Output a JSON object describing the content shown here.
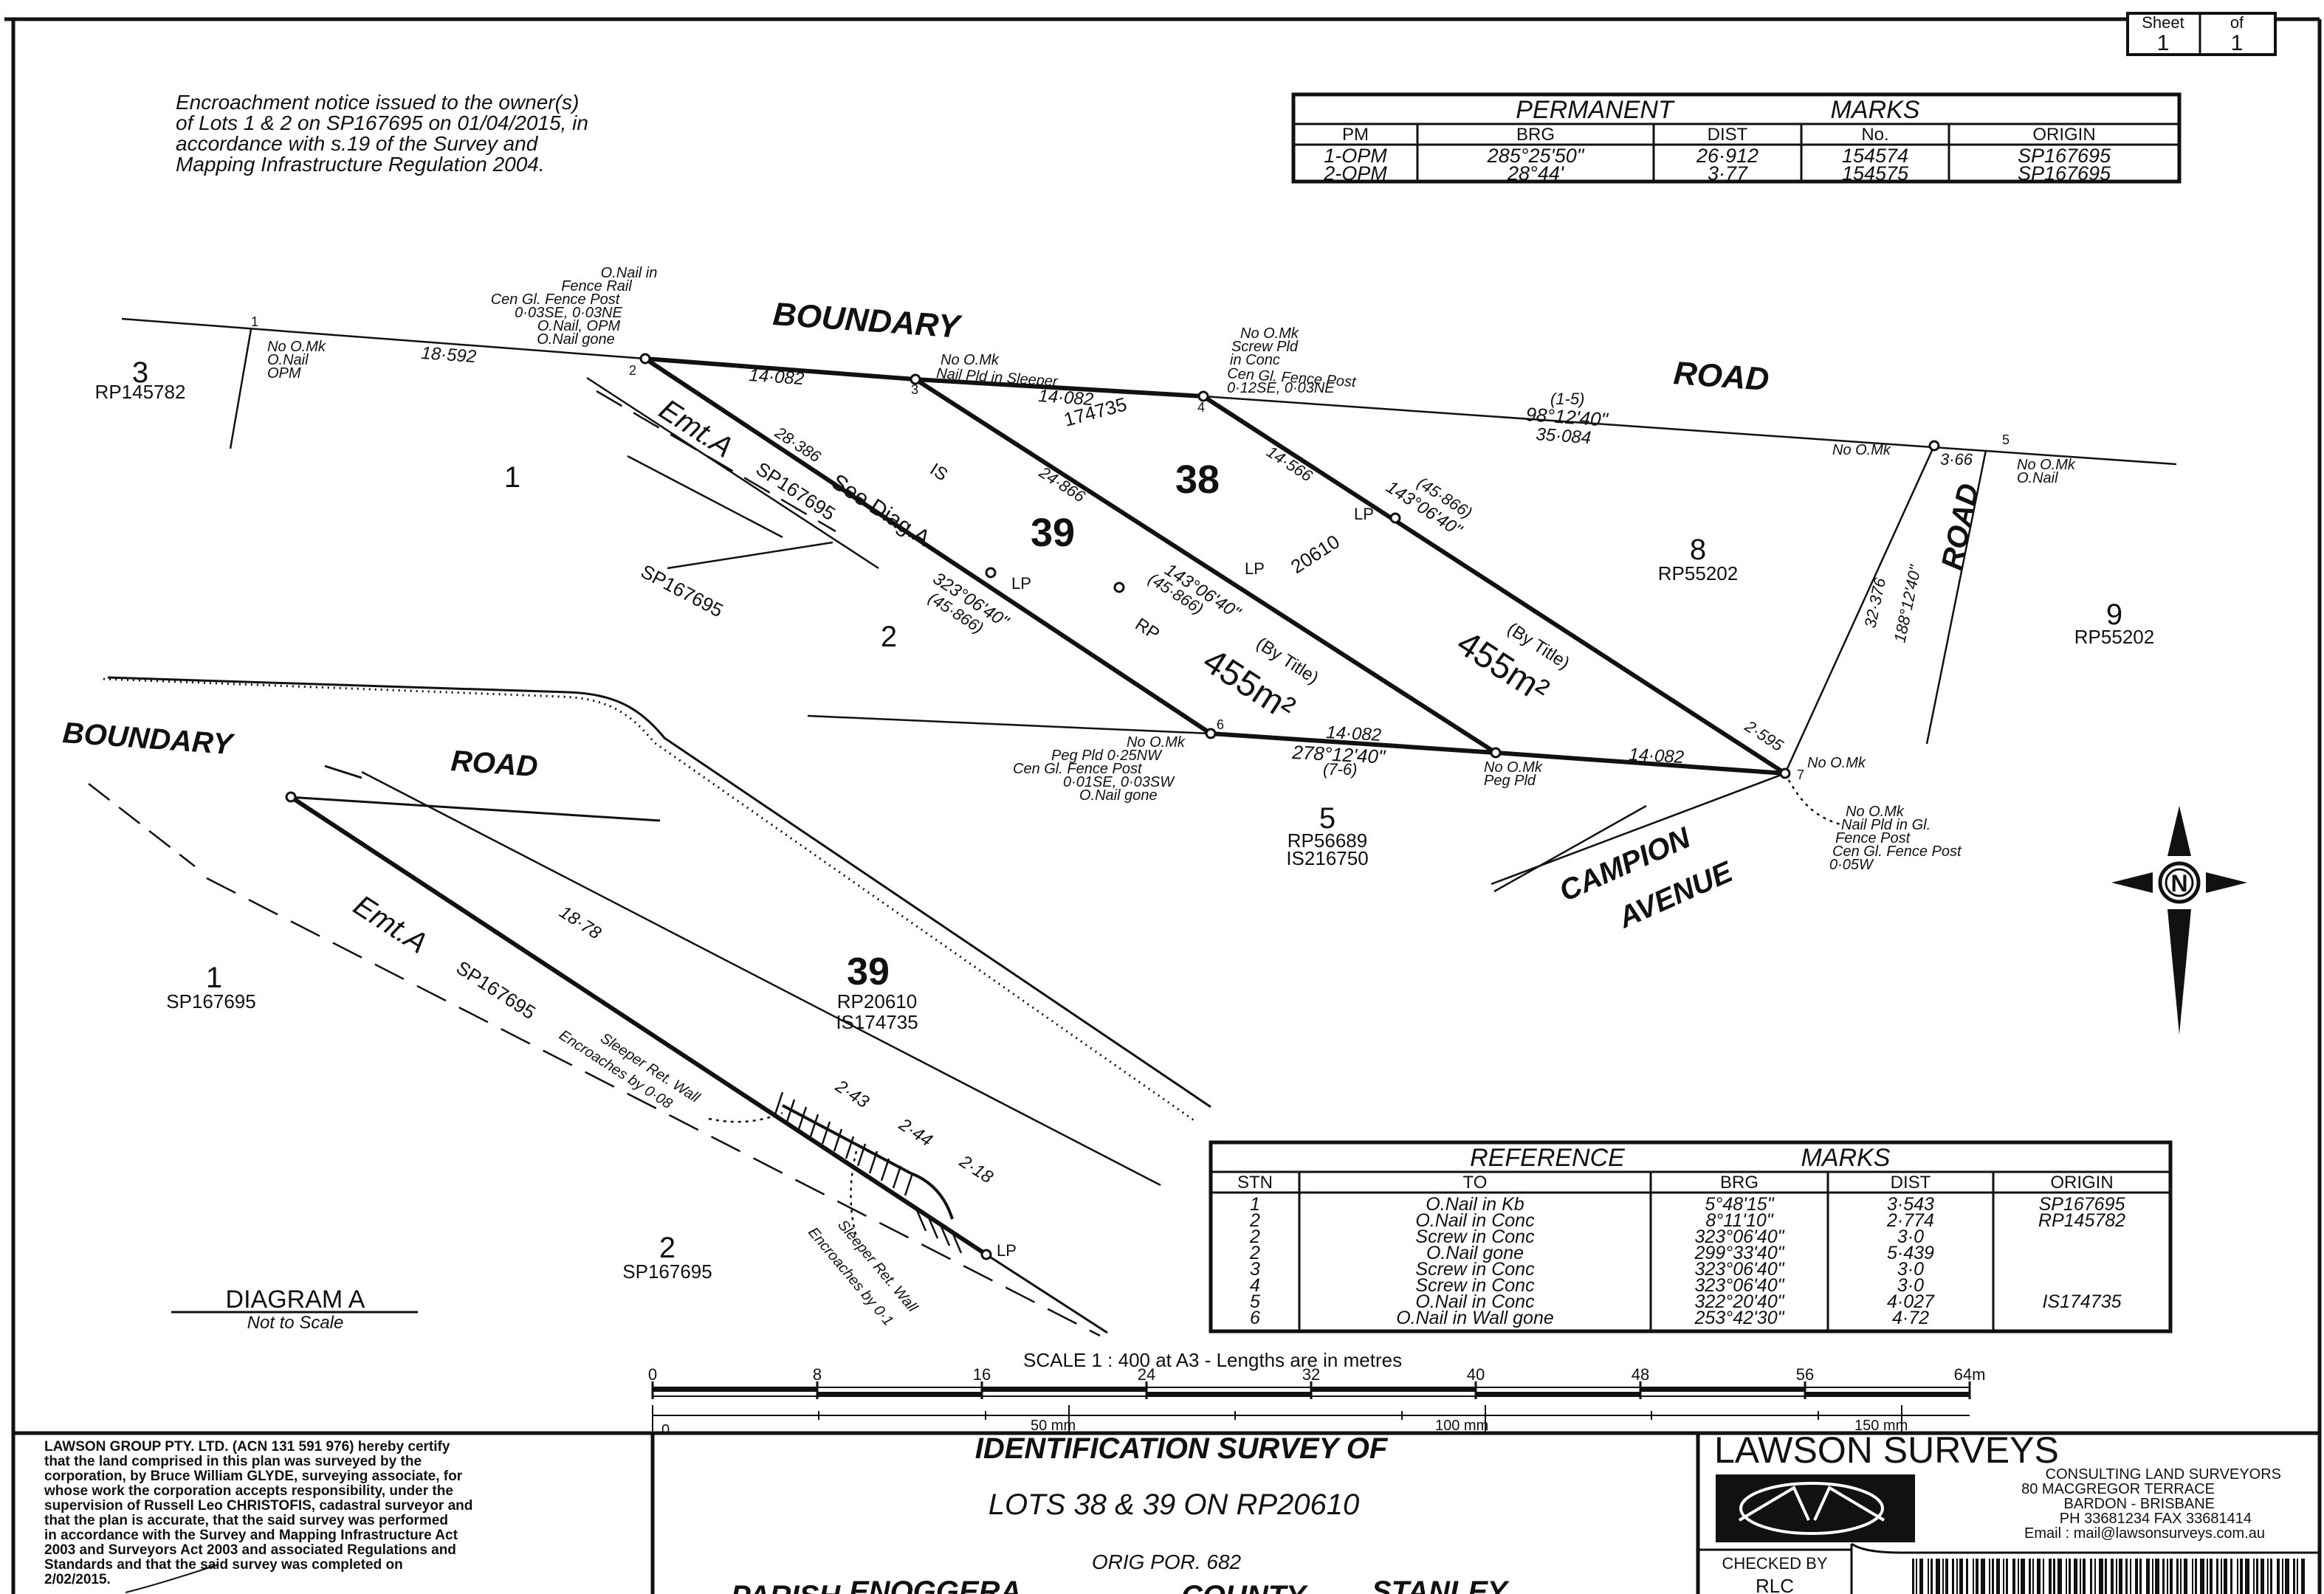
{
  "sheet": {
    "label": "Sheet",
    "of_label": "of",
    "number": "1",
    "total": "1"
  },
  "notice": [
    "Encroachment notice issued to the owner(s)",
    "of Lots 1 & 2 on  SP167695 on 01/04/2015, in",
    "accordance with  s.19 of the Survey and",
    "Mapping Infrastructure Regulation 2004."
  ],
  "permanent_marks": {
    "title_left": "PERMANENT",
    "title_right": "MARKS",
    "headers": [
      "PM",
      "BRG",
      "DIST",
      "No.",
      "ORIGIN"
    ],
    "rows": [
      [
        "1-OPM",
        "285°25'50\"",
        "26·912",
        "154574",
        "SP167695"
      ],
      [
        "2-OPM",
        "28°44'",
        "3·77",
        "154575",
        "SP167695"
      ]
    ]
  },
  "main_plan": {
    "boundary_road_left": "BOUNDARY",
    "boundary_road_right": "ROAD",
    "side_road": "ROAD",
    "campion_1": "CAMPION",
    "campion_2": "AVENUE",
    "lot3": "3",
    "lot3_plan": "RP145782",
    "lot1": "1",
    "lot1_plan": "SP167695",
    "lot2": "2",
    "lot39": "39",
    "lot38": "38",
    "lot8": "8",
    "lot8_plan": "RP55202",
    "lot9": "9",
    "lot9_plan": "RP55202",
    "lot5": "5",
    "lot5_plan": "RP56689",
    "lot5_is": "IS216750",
    "area39": "455m²",
    "area38": "455m²",
    "by_title": "(By Title)",
    "emt": "Emt.A",
    "emt_plan": "SP167695",
    "see_diag": "See Diag.A",
    "is_label": "IS",
    "num_174735": "174735",
    "rp_label": "RP",
    "num_20610": "20610",
    "lp": "LP",
    "stn1": "1",
    "stn2": "2",
    "stn3": "3",
    "stn4": "4",
    "stn5": "5",
    "stn6": "6",
    "stn7": "7",
    "d_18592": "18·592",
    "d_14082": "14·082",
    "d_35084": "35·084",
    "brg_98": "98°12'40\"",
    "brg_1_5": "(1-5)",
    "d_366": "3·66",
    "d_32376": "32·376",
    "brg_188": "188°12'40\"",
    "d_2595": "2·595",
    "brg_278": "278°12'40\"",
    "brg_7_6": "(7-6)",
    "d_28386": "28·386",
    "d_24866": "24·866",
    "d_14566": "14·566",
    "brg_323": "323°06'40\"",
    "brg_143": "143°06'40\"",
    "d_45866": "(45·866)",
    "n1": [
      "No O.Mk",
      "O.Nail",
      "OPM"
    ],
    "n2": [
      "O.Nail in",
      "Fence Rail",
      "Cen Gl. Fence Post",
      "0·03SE, 0·03NE",
      "O.Nail, OPM",
      "O.Nail gone"
    ],
    "n3": [
      "No O.Mk",
      "Nail Pld in Sleeper"
    ],
    "n4": [
      "No O.Mk",
      "Screw Pld",
      "in Conc",
      "Cen Gl. Fence Post",
      "0·12SE, 0·03NE"
    ],
    "n5": [
      "No O.Mk",
      "O.Nail"
    ],
    "n5b": "No O.Mk",
    "n6": [
      "No O.Mk",
      "Peg Pld 0·25NW",
      "Cen Gl. Fence Post",
      "0·01SE, 0·03SW",
      "O.Nail gone"
    ],
    "n_peg": [
      "No O.Mk",
      "Peg Pld"
    ],
    "n7a": "No O.Mk",
    "n7": [
      "No O.Mk",
      "Nail Pld in Gl.",
      "Fence Post",
      "Cen Gl. Fence Post",
      "0·05W"
    ]
  },
  "diagram_a": {
    "boundary": "BOUNDARY",
    "road": "ROAD",
    "lot1": "1",
    "lot1_plan": "SP167695",
    "lot39": "39",
    "lot39_plan": "RP20610",
    "lot39_is": "IS174735",
    "lot2": "2",
    "lot2_plan": "SP167695",
    "emt": "Emt.A",
    "emt_plan": "SP167695",
    "d_1878": "18·78",
    "d_243": "2·43",
    "d_244": "2·44",
    "d_218": "2·18",
    "wall1": [
      "Sleeper Ret. Wall",
      "Encroaches by 0·08"
    ],
    "wall2": [
      "Sleeper Ret. Wall",
      "Encroaches by 0·1"
    ],
    "lp": "LP",
    "title": "DIAGRAM A",
    "subtitle": "Not to Scale"
  },
  "reference_marks": {
    "title_left": "REFERENCE",
    "title_right": "MARKS",
    "headers": [
      "STN",
      "TO",
      "BRG",
      "DIST",
      "ORIGIN"
    ],
    "rows": [
      [
        "1",
        "O.Nail in Kb",
        "5°48'15\"",
        "3·543",
        "SP167695"
      ],
      [
        "2",
        "O.Nail in Conc",
        "8°11'10\"",
        "2·774",
        "RP145782"
      ],
      [
        "2",
        "Screw in Conc",
        "323°06'40\"",
        "3·0",
        ""
      ],
      [
        "2",
        "O.Nail gone",
        "299°33'40\"",
        "5·439",
        ""
      ],
      [
        "3",
        "Screw in Conc",
        "323°06'40\"",
        "3·0",
        ""
      ],
      [
        "4",
        "Screw in Conc",
        "323°06'40\"",
        "3·0",
        ""
      ],
      [
        "5",
        "O.Nail in Conc",
        "322°20'40\"",
        "4·027",
        "IS174735"
      ],
      [
        "6",
        "O.Nail in Wall gone",
        "253°42'30\"",
        "4·72",
        ""
      ]
    ]
  },
  "scale_bar": {
    "title": "SCALE 1 : 400 at A3 - Lengths are in metres",
    "ticks": [
      "0",
      "8",
      "16",
      "24",
      "32",
      "40",
      "48",
      "56",
      "64m"
    ],
    "mm_ticks": [
      "0",
      "50 mm",
      "100 mm",
      "150 mm"
    ]
  },
  "certification": [
    "LAWSON GROUP PTY. LTD. (ACN 131 591 976) hereby certify",
    "that the land comprised in this plan was surveyed by the",
    "corporation, by Bruce William GLYDE, surveying associate, for",
    "whose work the corporation accepts responsibility, under the",
    "supervision of Russell Leo CHRISTOFIS, cadastral surveyor and",
    "that the plan is accurate, that the said survey was performed",
    "in accordance with the Survey and Mapping Infrastructure Act",
    "2003 and Surveyors Act 2003 and associated Regulations and",
    "Standards and that the said survey was completed on",
    "2/02/2015."
  ],
  "title_block": {
    "title": "IDENTIFICATION SURVEY OF",
    "lots": "LOTS 38 & 39 ON RP20610",
    "orig": "ORIG POR. 682",
    "parish_label": "PARISH",
    "parish": "ENOGGERA",
    "county_label": "COUNTY",
    "county": "STANLEY"
  },
  "company": {
    "name": "LAWSON SURVEYS",
    "tagline": "CONSULTING LAND SURVEYORS",
    "address1": "80 MACGREGOR TERRACE",
    "address2": "BARDON - BRISBANE",
    "phone": "PH 33681234 FAX 33681414",
    "email": "Email : mail@lawsonsurveys.com.au",
    "checked_label": "CHECKED BY",
    "checked_by": "RLC"
  },
  "north_label": "N"
}
